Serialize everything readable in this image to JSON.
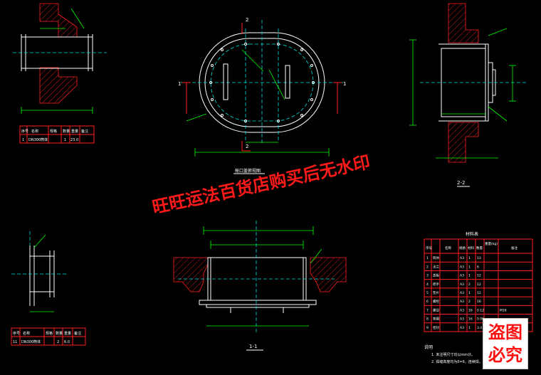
{
  "views": {
    "section_1_1": "1-1",
    "section_2_2": "2-2",
    "plan_title": "舱口盖俯视图"
  },
  "markers": {
    "top": "2",
    "left": "1",
    "right": "1",
    "bottom": "2"
  },
  "parts_table": {
    "title": "材料表",
    "headers": [
      "序号",
      "名称",
      "规格",
      "材料",
      "数量",
      "重量(kg)",
      "备注"
    ],
    "rows": [
      [
        "1",
        "筒体",
        "A3",
        "1",
        "13",
        "",
        ""
      ],
      [
        "2",
        "法兰",
        "A3",
        "1",
        "6",
        "",
        ""
      ],
      [
        "3",
        "盖板",
        "A3",
        "1",
        "12",
        "",
        ""
      ],
      [
        "4",
        "把手",
        "A3",
        "2",
        "12",
        "",
        ""
      ],
      [
        "5",
        "垫片",
        "A3",
        "1",
        "12",
        "",
        ""
      ],
      [
        "6",
        "螺栓",
        "A3",
        "2",
        "16",
        "",
        ""
      ],
      [
        "7",
        "螺母",
        "A3",
        "16",
        "0.12",
        "",
        "M16"
      ],
      [
        "8",
        "垫圈",
        "A3",
        "16",
        "0.06",
        "",
        ""
      ],
      [
        "9",
        "密封",
        "A3",
        "1",
        "3.4",
        "",
        ""
      ]
    ]
  },
  "small_table_a": {
    "headers": [
      "序号",
      "名称",
      "规格",
      "数量",
      "重量",
      "备注"
    ],
    "row": [
      "1",
      "DN300筒体",
      "",
      "1",
      "23.0",
      ""
    ]
  },
  "small_table_b": {
    "headers": [
      "序号",
      "名称",
      "规格",
      "数量",
      "重量",
      "备注"
    ],
    "row": [
      "11",
      "DN300筒体",
      "",
      "2",
      "6.0",
      ""
    ]
  },
  "notes": {
    "heading": "说明",
    "line1": "1. 未注明尺寸均以mm计。",
    "line2": "2. 焊缝高度均为δ=6，连续焊。"
  },
  "watermark": {
    "text": "旺旺运法百货店购买后无水印",
    "stamp_line1": "盗图",
    "stamp_line2": "必究"
  },
  "colors": {
    "background": "#000000",
    "outline": "#ffffff",
    "dimension": "#00ff00",
    "hatch": "#ff2020",
    "centerline": "#00e0e0",
    "watermark": "#ff1a1a"
  }
}
